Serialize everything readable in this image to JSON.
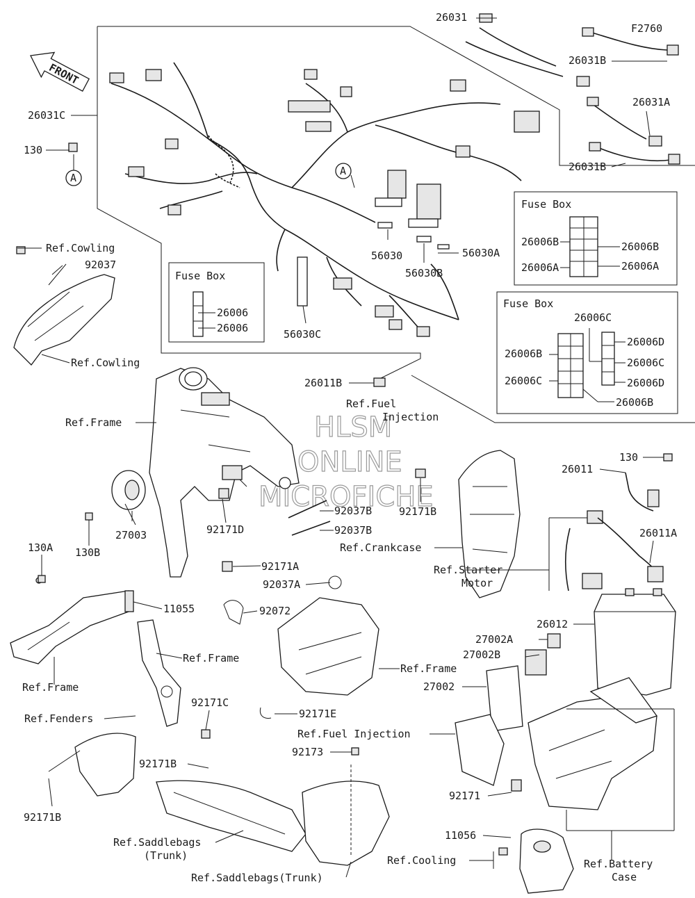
{
  "diagram_code": "F2760",
  "front_label": "FRONT",
  "watermark": [
    "HLSM",
    "ONLINE",
    "MICROFICHE"
  ],
  "fuse_boxes": [
    {
      "title": "Fuse Box",
      "labels": [
        "26006",
        "26006"
      ]
    },
    {
      "title": "Fuse Box",
      "labels": [
        "26006B",
        "26006A",
        "26006B",
        "26006A"
      ]
    },
    {
      "title": "Fuse Box",
      "labels": [
        "26006C",
        "26006B",
        "26006C",
        "26006D",
        "26006C",
        "26006D",
        "26006B"
      ]
    }
  ],
  "callout_a": "A",
  "labels": [
    "26031",
    "26031B",
    "26031A",
    "26031B",
    "26031C",
    "130",
    "Ref.Cowling",
    "92037",
    "Ref.Cowling",
    "56030",
    "56030B",
    "56030A",
    "56030C",
    "26011B",
    "Ref.Fuel",
    "Injection",
    "Ref.Frame",
    "130",
    "26011",
    "26011A",
    "92171B",
    "92037B",
    "92037B",
    "27003",
    "130B",
    "92171D",
    "Ref.Crankcase",
    "Ref.Starter",
    "Motor",
    "130A",
    "92171A",
    "92037A",
    "11055",
    "92072",
    "26012",
    "Ref.Frame",
    "Ref.Frame",
    "27002A",
    "27002B",
    "Ref.Frame",
    "27002",
    "Ref.Fenders",
    "92171C",
    "92171E",
    "Ref.Fuel Injection",
    "92173",
    "92171B",
    "92171",
    "92171B",
    "Ref.Saddlebags",
    "(Trunk)",
    "11056",
    "Ref.Cooling",
    "Ref.Battery",
    "Case",
    "Ref.Saddlebags(Trunk)"
  ]
}
